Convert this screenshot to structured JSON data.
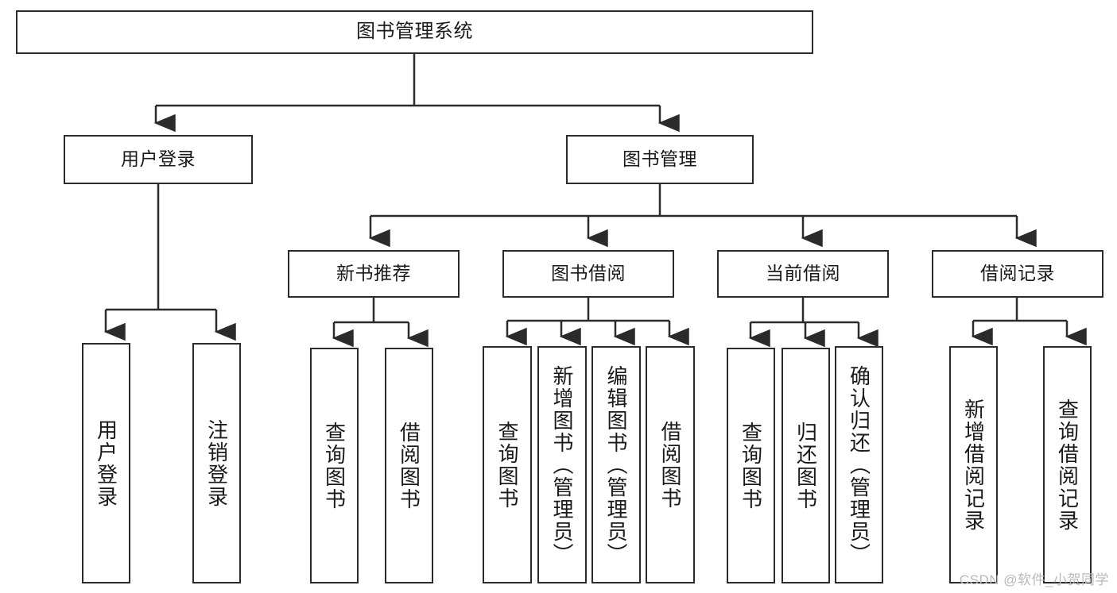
{
  "diagram": {
    "title": "图书管理系统",
    "watermark": "CSDN @软件_小贺同学",
    "colors": {
      "stroke": "#2b2b2b",
      "fill": "#ffffff",
      "text": "#1a1a1a",
      "watermark": "#b9b9b9"
    },
    "nodes": {
      "root": {
        "label": "图书管理系统"
      },
      "level2": [
        {
          "label": "用户登录"
        },
        {
          "label": "图书管理"
        }
      ],
      "level3": [
        {
          "label": "新书推荐"
        },
        {
          "label": "图书借阅"
        },
        {
          "label": "当前借阅"
        },
        {
          "label": "借阅记录"
        }
      ],
      "leaves_user_login": [
        {
          "label": "用户登录"
        },
        {
          "label": "注销登录"
        }
      ],
      "leaves_new_books": [
        {
          "label": "查询图书"
        },
        {
          "label": "借阅图书"
        }
      ],
      "leaves_borrow": [
        {
          "label": "查询图书"
        },
        {
          "label": "新增图书（管理员）"
        },
        {
          "label": "编辑图书（管理员）"
        },
        {
          "label": "借阅图书"
        }
      ],
      "leaves_current": [
        {
          "label": "查询图书"
        },
        {
          "label": "归还图书"
        },
        {
          "label": "确认归还（管理员）"
        }
      ],
      "leaves_records": [
        {
          "label": "新增借阅记录"
        },
        {
          "label": "查询借阅记录"
        }
      ]
    }
  }
}
